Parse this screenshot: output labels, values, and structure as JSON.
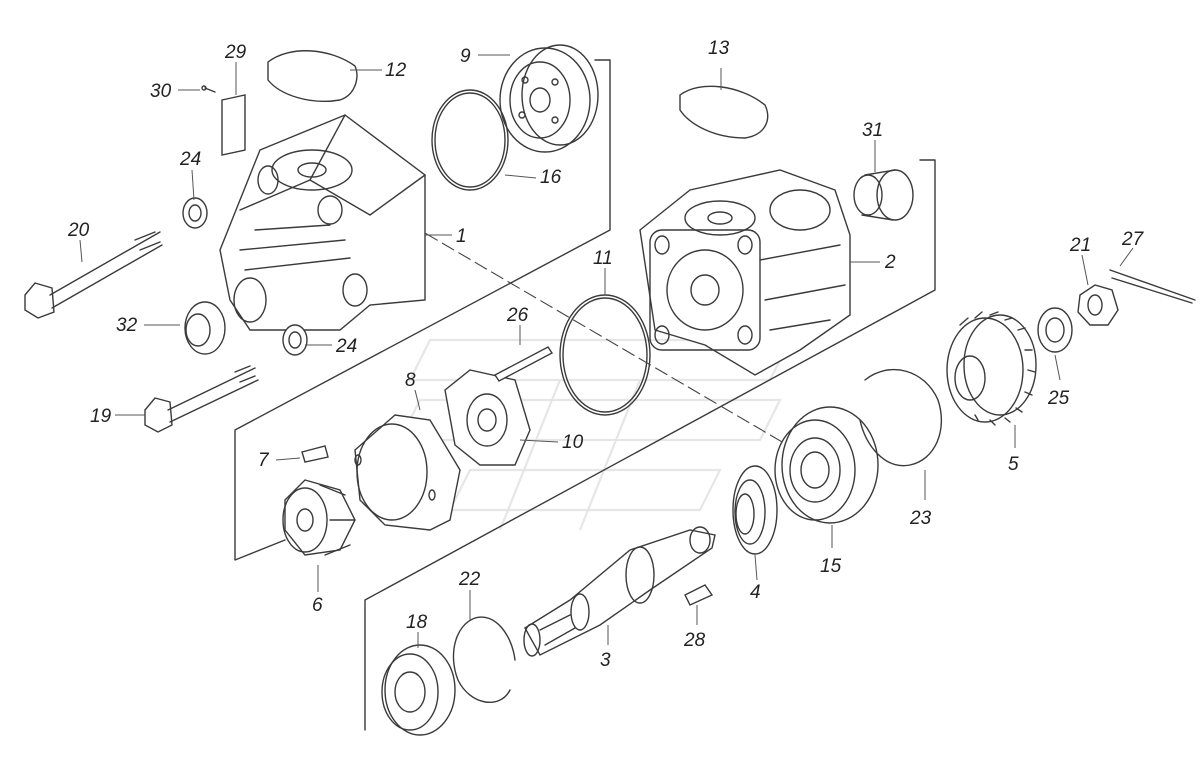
{
  "callouts": {
    "c1": "1",
    "c2": "2",
    "c3": "3",
    "c4": "4",
    "c5": "5",
    "c6": "6",
    "c7": "7",
    "c8": "8",
    "c9": "9",
    "c10": "10",
    "c11": "11",
    "c12": "12",
    "c13": "13",
    "c15": "15",
    "c16": "16",
    "c18": "18",
    "c19": "19",
    "c20": "20",
    "c21": "21",
    "c22": "22",
    "c23": "23",
    "c24a": "24",
    "c24b": "24",
    "c25": "25",
    "c26": "26",
    "c27": "27",
    "c28": "28",
    "c29": "29",
    "c30": "30",
    "c31": "31",
    "c32": "32"
  }
}
